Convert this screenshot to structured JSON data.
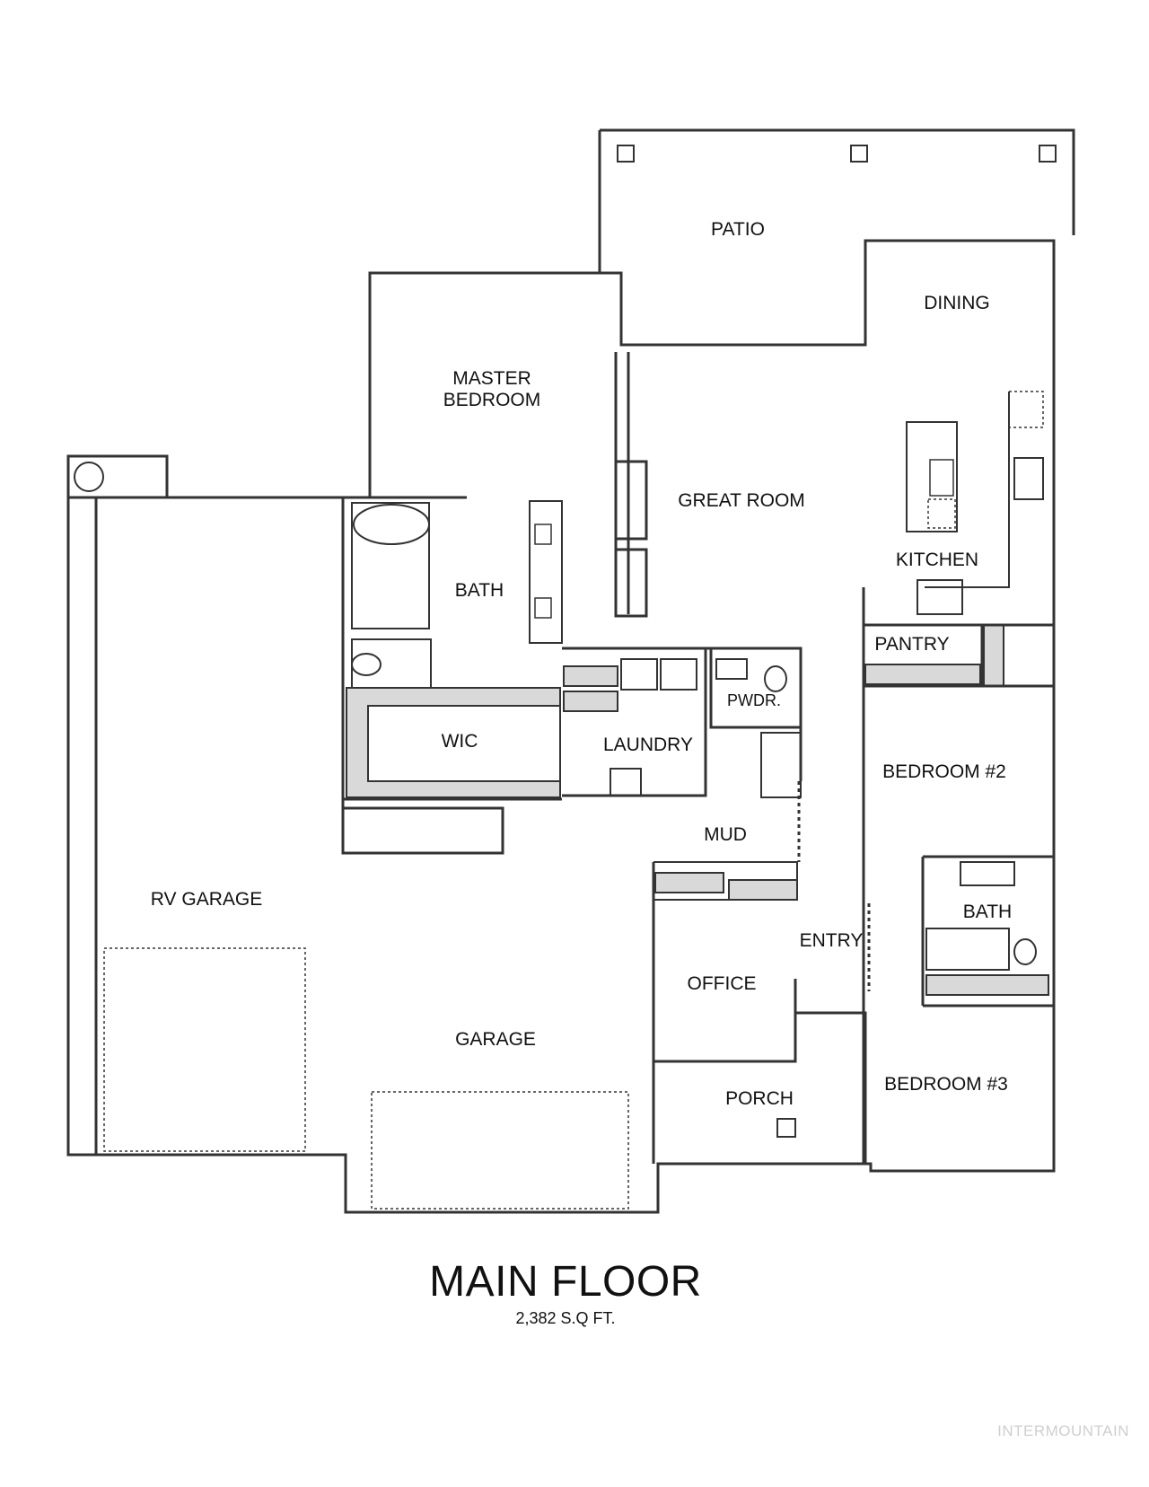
{
  "rooms": {
    "patio": "PATIO",
    "dining": "DINING",
    "master_1": "MASTER",
    "master_2": "BEDROOM",
    "great_room": "GREAT ROOM",
    "kitchen": "KITCHEN",
    "bath_master": "BATH",
    "pantry": "PANTRY",
    "powder": "PWDR.",
    "wic": "WIC",
    "laundry": "LAUNDRY",
    "bedroom2": "BEDROOM #2",
    "mud": "MUD",
    "bath_guest": "BATH",
    "rv_garage": "RV GARAGE",
    "entry": "ENTRY",
    "office": "OFFICE",
    "garage": "GARAGE",
    "porch": "PORCH",
    "bedroom3": "BEDROOM #3"
  },
  "title": "MAIN FLOOR",
  "area": "2,382 S.Q FT.",
  "watermark": "INTERMOUNTAIN"
}
